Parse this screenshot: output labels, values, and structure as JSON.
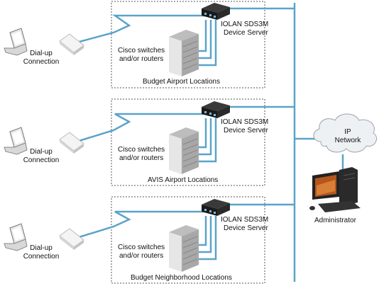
{
  "colors": {
    "link": "#5ba3c9",
    "box_border": "#555555",
    "cloud": "#eef1f4",
    "server_body": "#d8d8d8",
    "device": "#1a1a1a"
  },
  "sites": [
    {
      "location": "Budget Airport Locations",
      "device_line1": "IOLAN SDS3M",
      "device_line2": "Device Server",
      "switch_line1": "Cisco switches",
      "switch_line2": "and/or routers",
      "modem_line1": "Dial-up",
      "modem_line2": "Connection"
    },
    {
      "location": "AVIS Airport Locations",
      "device_line1": "IOLAN SDS3M",
      "device_line2": "Device Server",
      "switch_line1": "Cisco switches",
      "switch_line2": "and/or routers",
      "modem_line1": "Dial-up",
      "modem_line2": "Connection"
    },
    {
      "location": "Budget Neighborhood Locations",
      "device_line1": "IOLAN SDS3M",
      "device_line2": "Device Server",
      "switch_line1": "Cisco switches",
      "switch_line2": "and/or routers",
      "modem_line1": "Dial-up",
      "modem_line2": "Connection"
    }
  ],
  "network": {
    "line1": "IP",
    "line2": "Network"
  },
  "admin": {
    "label": "Administrator"
  },
  "icons": [
    "laptop-icon",
    "modem-icon",
    "server-rack-icon",
    "device-server-icon",
    "cloud-icon",
    "workstation-icon"
  ]
}
